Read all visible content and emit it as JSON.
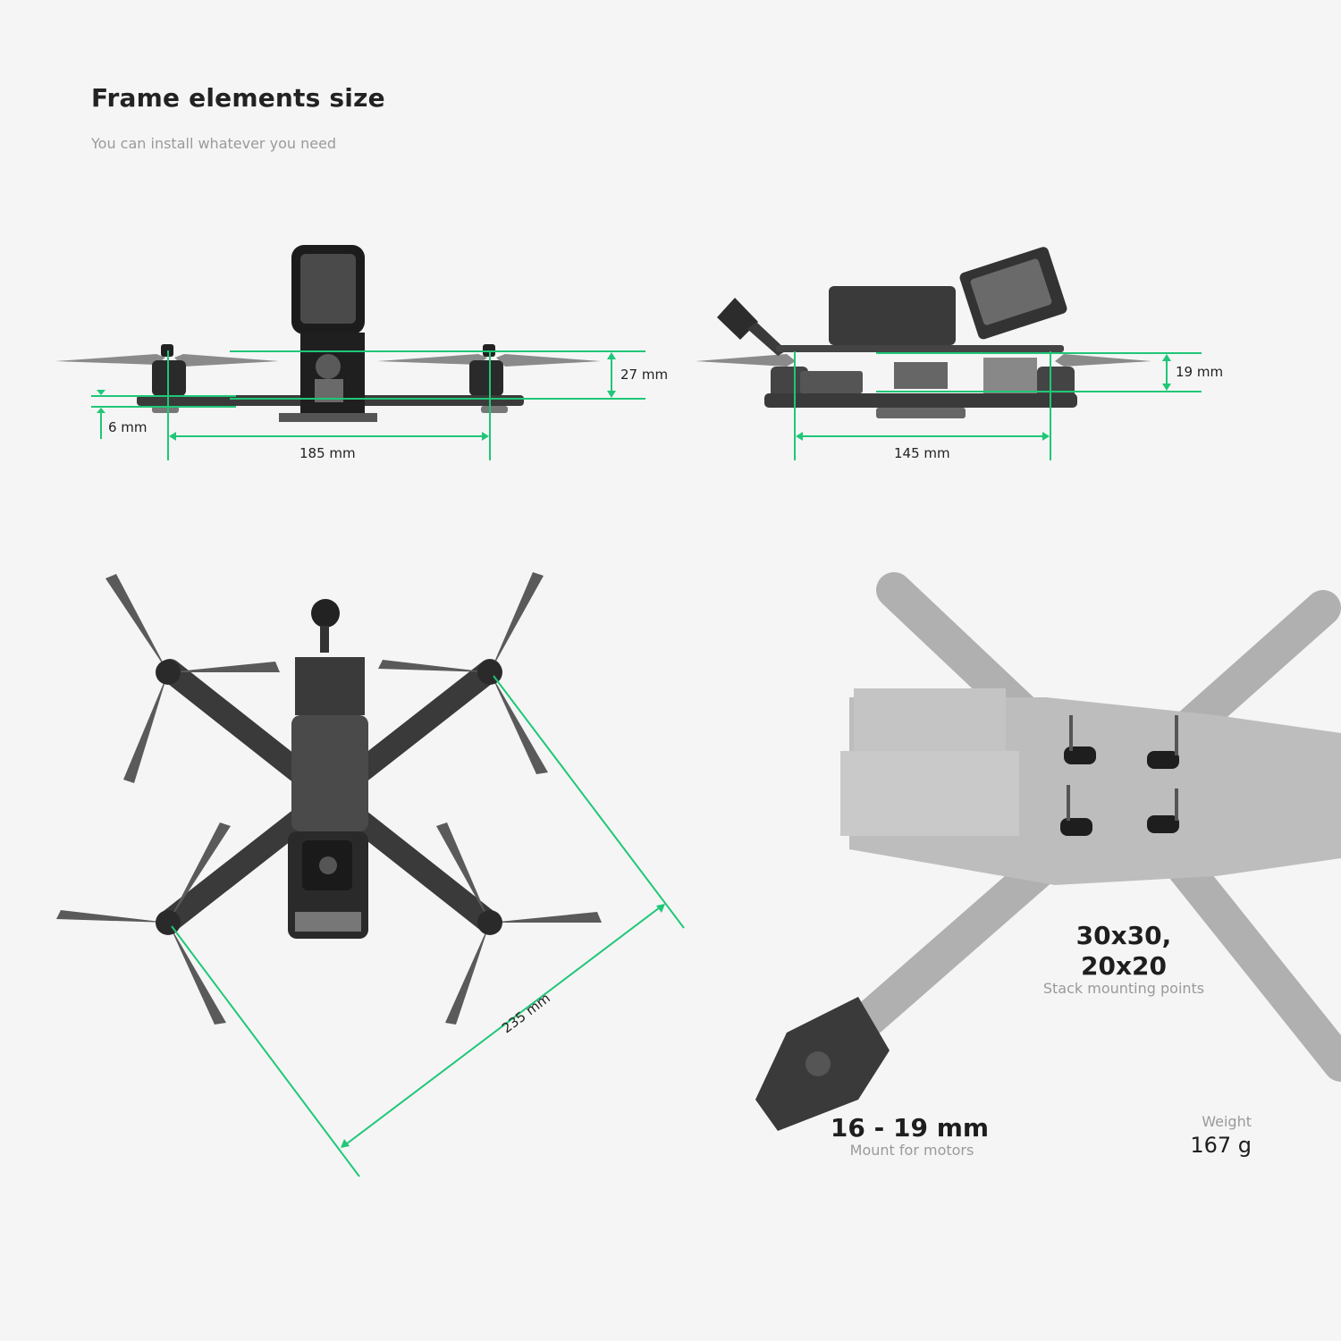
{
  "header": {
    "title": "Frame elements size",
    "subtitle": "You can install whatever you need"
  },
  "front_view": {
    "dimensions": {
      "height_label": "27 mm",
      "plate_label": "6 mm",
      "width_label": "185 mm"
    }
  },
  "side_view": {
    "dimensions": {
      "height_label": "19 mm",
      "width_label": "145 mm"
    }
  },
  "top_view": {
    "dimensions": {
      "diagonal_label": "235 mm"
    }
  },
  "frame_closeup": {
    "specs": {
      "stack": {
        "value_line1": "30x30,",
        "value_line2": "20x20",
        "label": "Stack mounting points"
      },
      "motors": {
        "value": "16 - 19 mm",
        "label": "Mount for motors"
      },
      "weight": {
        "label": "Weight",
        "value": "167 g"
      }
    }
  },
  "colors": {
    "background": "#f5f5f5",
    "dimension_line": "#1fc777",
    "title_text": "#222222",
    "muted_text": "#9a9a9a",
    "carbon_dark": "#2e2e2e",
    "carbon_light": "#a8a8a8"
  }
}
